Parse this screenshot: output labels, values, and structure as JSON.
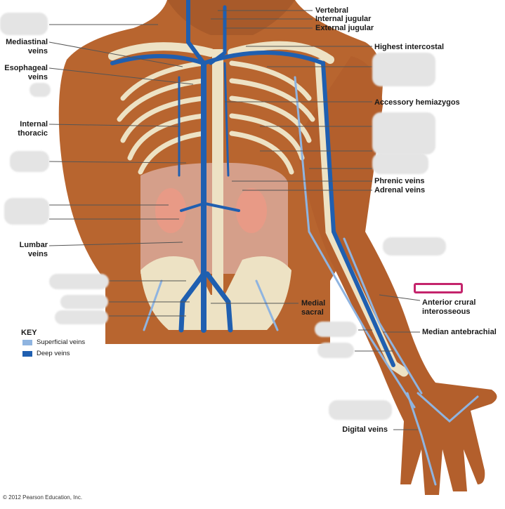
{
  "labels": {
    "vertebral": "Vertebral",
    "internal_jugular": "Internal jugular",
    "external_jugular": "External jugular",
    "highest_intercostal": "Highest intercostal",
    "mediastinal_veins": [
      "Mediastinal",
      "veins"
    ],
    "esophageal_veins": [
      "Esophageal",
      "veins"
    ],
    "accessory_hemiazygos": "Accessory hemiazygos",
    "internal_thoracic": [
      "Internal",
      "thoracic"
    ],
    "phrenic_veins": "Phrenic veins",
    "adrenal_veins": "Adrenal veins",
    "lumbar_veins": [
      "Lumbar",
      "veins"
    ],
    "medial_sacral": [
      "Medial",
      "sacral"
    ],
    "anterior_crural_interosseous": [
      "Anterior crural",
      "interosseous"
    ],
    "median_antebrachial": "Median antebrachial",
    "digital_veins": "Digital veins"
  },
  "key": {
    "title": "KEY",
    "items": [
      {
        "label": "Superficial veins",
        "color": "#8fb4e0"
      },
      {
        "label": "Deep veins",
        "color": "#1f5fb0"
      }
    ]
  },
  "colors": {
    "skin": "#b8652f",
    "skin_dark": "#8a4520",
    "bone": "#ede2c4",
    "deep_vein": "#1f5fb0",
    "superficial_vein": "#8fb4e0",
    "kidney": "#e89a86",
    "highlight": "#c4246c"
  },
  "copyright": "© 2012 Pearson Education, Inc."
}
